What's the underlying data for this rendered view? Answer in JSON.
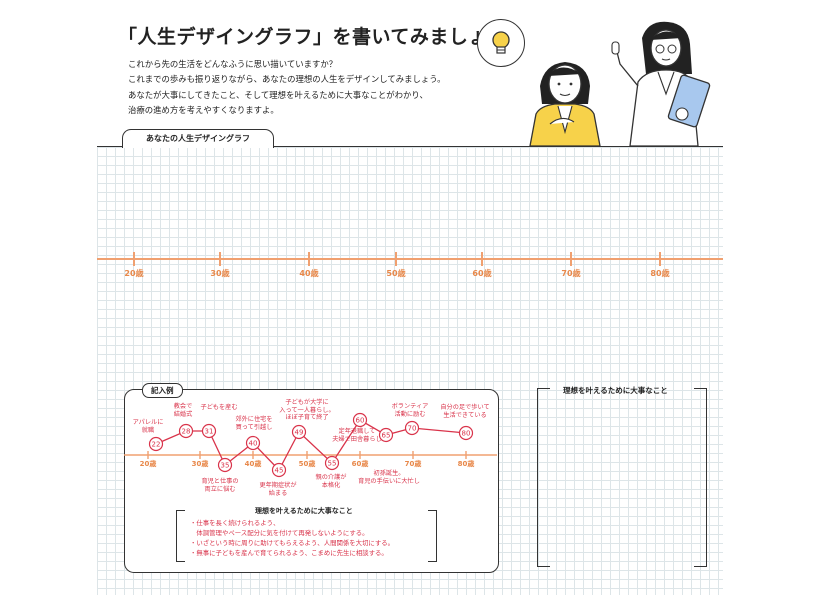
{
  "header": {
    "title": "「人生デザイングラフ」を書いてみましょう",
    "intro_lines": [
      "これから先の生活をどんなふうに思い描いていますか？",
      "これまでの歩みも振り返りながら、あなたの理想の人生をデザインしてみましょう。",
      "あなたが大事にしてきたこと、そして理想を叶えるために大事なことがわかり、",
      "治療の進め方を考えやすくなりますよ。"
    ]
  },
  "graph": {
    "tab_label": "あなたの人生デザイングラフ",
    "ages": [
      "20歳",
      "30歳",
      "40歳",
      "50歳",
      "60歳",
      "70歳",
      "80歳"
    ]
  },
  "example": {
    "tab_label": "記入例",
    "ages": [
      "20歳",
      "30歳",
      "40歳",
      "50歳",
      "60歳",
      "70歳",
      "80歳"
    ],
    "points": [
      {
        "age": "22"
      },
      {
        "age": "28"
      },
      {
        "age": "31"
      },
      {
        "age": "35"
      },
      {
        "age": "40"
      },
      {
        "age": "45"
      },
      {
        "age": "49"
      },
      {
        "age": "55"
      },
      {
        "age": "60"
      },
      {
        "age": "65"
      },
      {
        "age": "70"
      },
      {
        "age": "80"
      }
    ],
    "events": {
      "e22": "アパレルに\n就職",
      "e28": "教会で\n結婚式",
      "e31": "子どもを産む",
      "e35": "育児と仕事の\n両立に悩む",
      "e40": "郊外に住宅を\n買って引越し",
      "e45": "更年期症状が\n始まる",
      "e49": "子どもが大学に\n入って一人暮らし。\nほぼ子育て終了",
      "e55": "親の介護が\n本格化",
      "e60": "定年退職して\n夫婦で田舎暮らし",
      "e65": "初孫誕生。\n育児の手伝いに大忙し",
      "e70": "ボランティア\n活動に励む",
      "e80": "自分の足で歩いて\n生活できている"
    },
    "notes_title": "理想を叶えるために大事なこと",
    "notes": [
      "・仕事を長く続けられるよう、",
      "　体調管理やペース配分に気を付けて再発しないようにする。",
      "・いざという時に周りに助けてもらえるよう、人間関係を大切にする。",
      "・無事に子どもを産んで育てられるよう、こまめに先生に相談する。"
    ]
  },
  "right_box": {
    "title": "理想を叶えるために大事なこと"
  },
  "colors": {
    "axis": "#f0a070",
    "accent_red": "#d9334a",
    "grid": "#dde5e8",
    "shirt_yellow": "#f7d24a",
    "tablet_blue": "#a8c8ee"
  }
}
